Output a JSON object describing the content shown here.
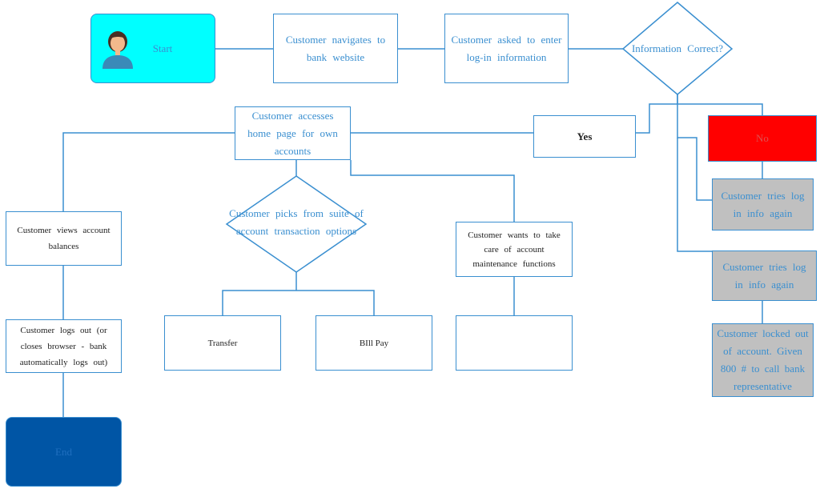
{
  "nodes": {
    "start": "Start",
    "navigate": "Customer navigates to bank website",
    "login": "Customer asked to enter log-in information",
    "decision": "Information Correct?",
    "yes": "Yes",
    "no": "No",
    "home": "Customer accesses home page for own accounts",
    "retry1": "Customer tries log in info again",
    "retry2": "Customer tries log in info again",
    "locked": "Customer locked out of account. Given 800 # to call bank representative",
    "views": "Customer views account balances",
    "picks": "Customer picks from suite of account transaction options",
    "maintenance": "Customer wants to take care of account maintenance functions",
    "logout": "Customer logs out (or closes browser - bank automatically logs out)",
    "transfer": "Transfer",
    "billpay": "BIll Pay",
    "maint_child": "",
    "end": "End"
  },
  "colors": {
    "line": "#3a8fd0",
    "start_fill": "#00ffff",
    "end_fill": "#0055a5",
    "no_fill": "#ff0000",
    "retry_fill": "#c0c0c0"
  },
  "icons": {
    "start": "person-avatar-icon"
  }
}
